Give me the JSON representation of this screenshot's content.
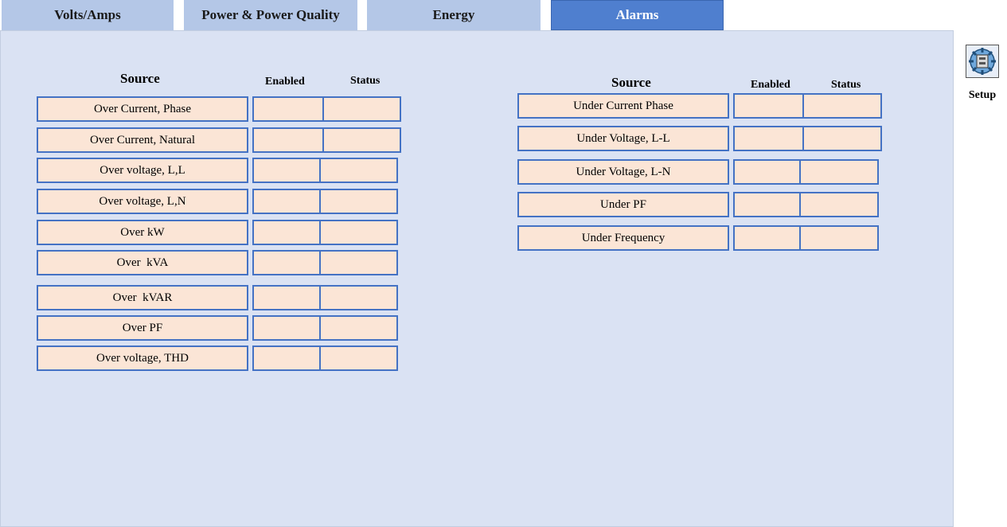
{
  "tabs": [
    {
      "label": "Volts/Amps",
      "active": false
    },
    {
      "label": "Power & Power Quality",
      "active": false
    },
    {
      "label": "Energy",
      "active": false
    },
    {
      "label": "Alarms",
      "active": true
    }
  ],
  "left_table": {
    "source_header": "Source",
    "enabled_header": "Enabled",
    "status_header": "Status",
    "rows": [
      {
        "source": "Over Current, Phase",
        "enabled": "",
        "status": ""
      },
      {
        "source": "Over Current, Natural",
        "enabled": "",
        "status": ""
      },
      {
        "source": "Over voltage, L,L",
        "enabled": "",
        "status": ""
      },
      {
        "source": "Over voltage, L,N",
        "enabled": "",
        "status": ""
      },
      {
        "source": "Over kW",
        "enabled": "",
        "status": ""
      },
      {
        "source": "Over  kVA",
        "enabled": "",
        "status": ""
      },
      {
        "source": "Over  kVAR",
        "enabled": "",
        "status": ""
      },
      {
        "source": "Over PF",
        "enabled": "",
        "status": ""
      },
      {
        "source": "Over voltage, THD",
        "enabled": "",
        "status": ""
      }
    ]
  },
  "right_table": {
    "source_header": "Source",
    "enabled_header": "Enabled",
    "status_header": "Status",
    "rows": [
      {
        "source": "Under Current Phase",
        "enabled": "",
        "status": ""
      },
      {
        "source": "Under Voltage, L-L",
        "enabled": "",
        "status": ""
      },
      {
        "source": "Under Voltage, L-N",
        "enabled": "",
        "status": ""
      },
      {
        "source": "Under PF",
        "enabled": "",
        "status": ""
      },
      {
        "source": "Under Frequency",
        "enabled": "",
        "status": ""
      }
    ]
  },
  "setup": {
    "label": "Setup",
    "icon": "gears-icon"
  },
  "colors": {
    "tab_inactive": "#b4c7e7",
    "tab_active": "#4f7fcf",
    "panel_bg": "#dae2f3",
    "cell_fill": "#fbe5d6",
    "cell_border": "#4472c4"
  }
}
